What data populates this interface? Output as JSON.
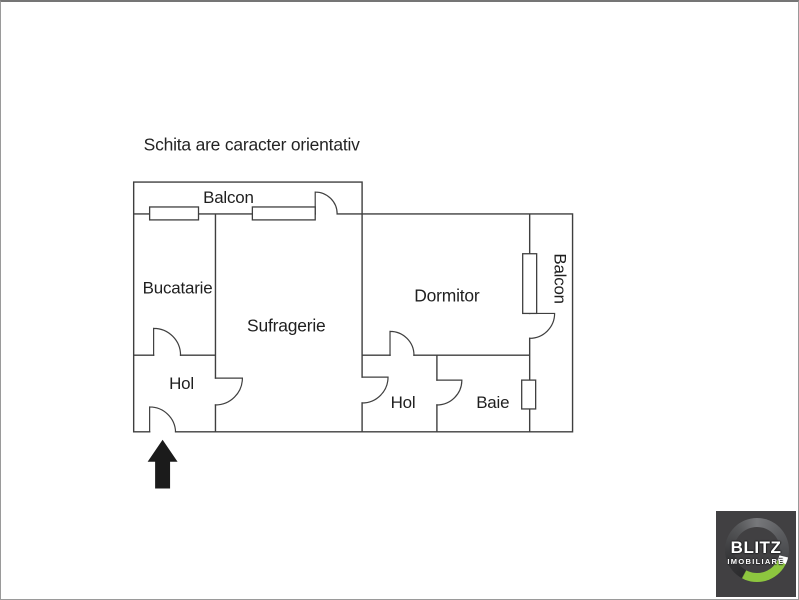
{
  "note": {
    "text": "Schita are caracter orientativ"
  },
  "floor_plan": {
    "rooms": [
      {
        "id": "balcon-top",
        "label": "Balcon"
      },
      {
        "id": "bucatarie",
        "label": "Bucatarie"
      },
      {
        "id": "sufragerie",
        "label": "Sufragerie"
      },
      {
        "id": "dormitor",
        "label": "Dormitor"
      },
      {
        "id": "hol-entrance",
        "label": "Hol"
      },
      {
        "id": "hol-night",
        "label": "Hol"
      },
      {
        "id": "baie",
        "label": "Baie"
      },
      {
        "id": "balcon-right",
        "label": "Balcon"
      }
    ],
    "entrance_arrow_direction": "up",
    "colors": {
      "wall": "#3f3f3f",
      "label_text": "#1f1f1f",
      "arrow": "#1b1b1b"
    }
  },
  "logo": {
    "brand": "BLITZ",
    "sub": "IMOBILIARE",
    "colors": {
      "square": "#414042",
      "accent_green": "#8dc63f",
      "ring_gray": "#58595b",
      "text": "#ffffff"
    }
  }
}
